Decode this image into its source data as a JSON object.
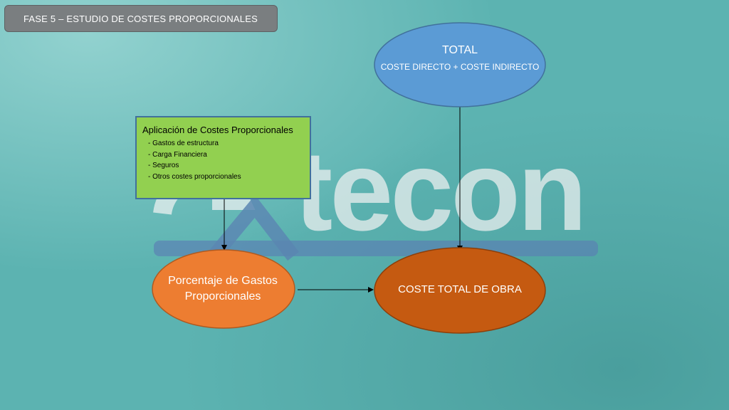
{
  "header": {
    "title": "FASE 5   – ESTUDIO  DE COSTES PROPORCIONALES"
  },
  "watermark": {
    "text": "extecon"
  },
  "nodes": {
    "total": {
      "title": "TOTAL",
      "subtitle": "COSTE DIRECTO + COSTE INDIRECTO",
      "color": "#5b9bd5"
    },
    "aplicacion": {
      "title": "Aplicación de Costes Proporcionales",
      "items": [
        "Gastos de estructura",
        "Carga Financiera",
        "Seguros",
        "Otros costes proporcionales"
      ],
      "color": "#92d050"
    },
    "porcentaje": {
      "label": "Porcentaje de Gastos Proporcionales",
      "line1": "Porcentaje de Gastos",
      "line2": "Proporcionales",
      "color": "#ed7d31"
    },
    "coste_total": {
      "label": "COSTE TOTAL DE OBRA",
      "color": "#c55a11"
    }
  },
  "colors": {
    "background": "#5cb3b1",
    "title_box": "#7a7e80",
    "watermark_text": "#e8eeee",
    "watermark_bar": "#5b7fb3",
    "arrow": "#000000"
  }
}
